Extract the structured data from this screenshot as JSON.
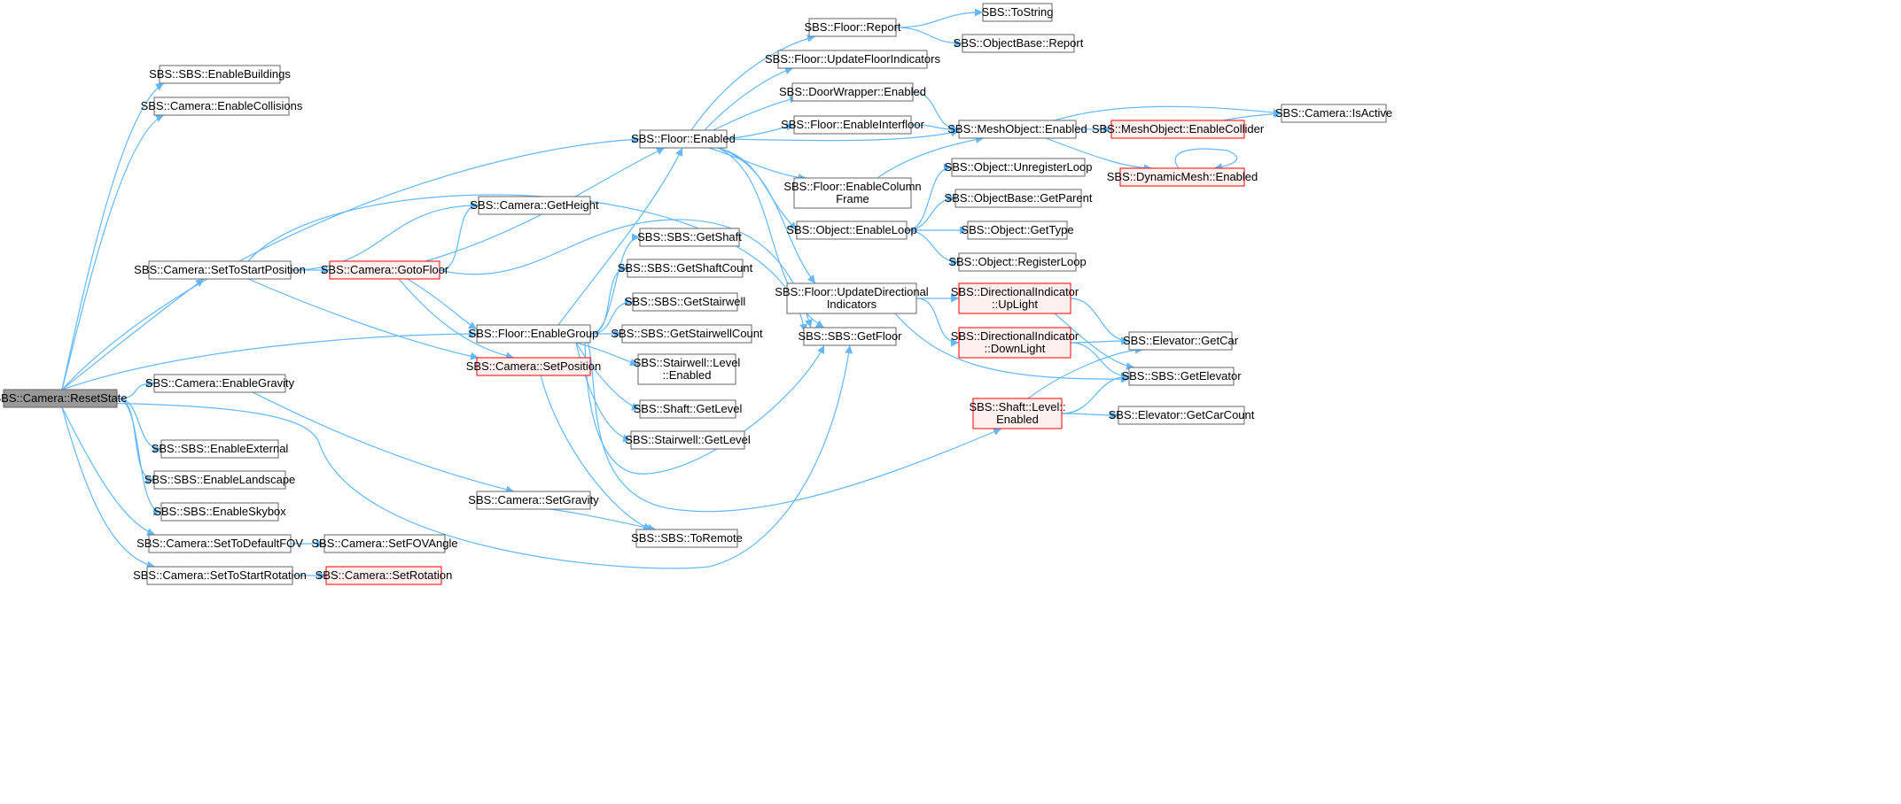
{
  "colors": {
    "edge": "#63b8ff",
    "node_border": "#666666",
    "node_fill": "#ffffff",
    "root_fill": "#999999",
    "highlight_border": "#ff0000",
    "highlight_fill": "#fff0f0"
  },
  "nodes": [
    {
      "id": "n0",
      "lines": [
        "SBS::Camera::ResetState"
      ],
      "style": "root"
    },
    {
      "id": "n1",
      "lines": [
        "SBS::SBS::EnableBuildings"
      ],
      "style": "normal"
    },
    {
      "id": "n2",
      "lines": [
        "SBS::Camera::EnableCollisions"
      ],
      "style": "normal"
    },
    {
      "id": "n3",
      "lines": [
        "SBS::Camera::EnableGravity"
      ],
      "style": "normal"
    },
    {
      "id": "n4",
      "lines": [
        "SBS::SBS::EnableExternal"
      ],
      "style": "normal"
    },
    {
      "id": "n5",
      "lines": [
        "SBS::SBS::EnableLandscape"
      ],
      "style": "normal"
    },
    {
      "id": "n6",
      "lines": [
        "SBS::SBS::EnableSkybox"
      ],
      "style": "normal"
    },
    {
      "id": "n7",
      "lines": [
        "SBS::Camera::SetToDefaultFOV"
      ],
      "style": "normal"
    },
    {
      "id": "n8",
      "lines": [
        "SBS::Camera::SetToStartPosition"
      ],
      "style": "normal"
    },
    {
      "id": "n9",
      "lines": [
        "SBS::Camera::SetToStartRotation"
      ],
      "style": "normal"
    },
    {
      "id": "n10",
      "lines": [
        "SBS::Camera::SetFOVAngle"
      ],
      "style": "normal"
    },
    {
      "id": "n11",
      "lines": [
        "SBS::Camera::SetRotation"
      ],
      "style": "highlight"
    },
    {
      "id": "n12",
      "lines": [
        "SBS::Camera::GotoFloor"
      ],
      "style": "highlight"
    },
    {
      "id": "n13",
      "lines": [
        "SBS::Camera::GetHeight"
      ],
      "style": "normal"
    },
    {
      "id": "n14",
      "lines": [
        "SBS::Floor::EnableGroup"
      ],
      "style": "normal"
    },
    {
      "id": "n15",
      "lines": [
        "SBS::Camera::SetPosition"
      ],
      "style": "highlight"
    },
    {
      "id": "n16",
      "lines": [
        "SBS::Camera::SetGravity"
      ],
      "style": "normal"
    },
    {
      "id": "n17",
      "lines": [
        "SBS::SBS::ToRemote"
      ],
      "style": "normal"
    },
    {
      "id": "n18",
      "lines": [
        "SBS::Floor::Enabled"
      ],
      "style": "normal"
    },
    {
      "id": "n19",
      "lines": [
        "SBS::SBS::GetShaft"
      ],
      "style": "normal"
    },
    {
      "id": "n20",
      "lines": [
        "SBS::SBS::GetShaftCount"
      ],
      "style": "normal"
    },
    {
      "id": "n21",
      "lines": [
        "SBS::SBS::GetStairwell"
      ],
      "style": "normal"
    },
    {
      "id": "n22",
      "lines": [
        "SBS::SBS::GetStairwellCount"
      ],
      "style": "normal"
    },
    {
      "id": "n23",
      "lines": [
        "SBS::Stairwell::Level",
        "::Enabled"
      ],
      "style": "normal"
    },
    {
      "id": "n24",
      "lines": [
        "SBS::Shaft::GetLevel"
      ],
      "style": "normal"
    },
    {
      "id": "n25",
      "lines": [
        "SBS::Stairwell::GetLevel"
      ],
      "style": "normal"
    },
    {
      "id": "n26",
      "lines": [
        "SBS::Floor::Report"
      ],
      "style": "normal"
    },
    {
      "id": "n27",
      "lines": [
        "SBS::Floor::UpdateFloorIndicators"
      ],
      "style": "normal"
    },
    {
      "id": "n28",
      "lines": [
        "SBS::DoorWrapper::Enabled"
      ],
      "style": "normal"
    },
    {
      "id": "n29",
      "lines": [
        "SBS::Floor::EnableInterfloor"
      ],
      "style": "normal"
    },
    {
      "id": "n30",
      "lines": [
        "SBS::Floor::EnableColumn",
        "Frame"
      ],
      "style": "normal"
    },
    {
      "id": "n31",
      "lines": [
        "SBS::Object::EnableLoop"
      ],
      "style": "normal"
    },
    {
      "id": "n32",
      "lines": [
        "SBS::Floor::UpdateDirectional",
        "Indicators"
      ],
      "style": "normal"
    },
    {
      "id": "n33",
      "lines": [
        "SBS::SBS::GetFloor"
      ],
      "style": "normal"
    },
    {
      "id": "n34",
      "lines": [
        "SBS::ToString"
      ],
      "style": "normal"
    },
    {
      "id": "n35",
      "lines": [
        "SBS::ObjectBase::Report"
      ],
      "style": "normal"
    },
    {
      "id": "n36",
      "lines": [
        "SBS::MeshObject::Enabled"
      ],
      "style": "normal"
    },
    {
      "id": "n37",
      "lines": [
        "SBS::Object::UnregisterLoop"
      ],
      "style": "normal"
    },
    {
      "id": "n38",
      "lines": [
        "SBS::ObjectBase::GetParent"
      ],
      "style": "normal"
    },
    {
      "id": "n39",
      "lines": [
        "SBS::Object::GetType"
      ],
      "style": "normal"
    },
    {
      "id": "n40",
      "lines": [
        "SBS::Object::RegisterLoop"
      ],
      "style": "normal"
    },
    {
      "id": "n41",
      "lines": [
        "SBS::DirectionalIndicator",
        "::UpLight"
      ],
      "style": "highlight"
    },
    {
      "id": "n42",
      "lines": [
        "SBS::DirectionalIndicator",
        "::DownLight"
      ],
      "style": "highlight"
    },
    {
      "id": "n43",
      "lines": [
        "SBS::Shaft::Level::",
        "Enabled"
      ],
      "style": "highlight"
    },
    {
      "id": "n44",
      "lines": [
        "SBS::MeshObject::EnableCollider"
      ],
      "style": "highlight"
    },
    {
      "id": "n45",
      "lines": [
        "SBS::DynamicMesh::Enabled"
      ],
      "style": "highlight"
    },
    {
      "id": "n46",
      "lines": [
        "SBS::Camera::IsActive"
      ],
      "style": "normal"
    },
    {
      "id": "n47",
      "lines": [
        "SBS::Elevator::GetCar"
      ],
      "style": "normal"
    },
    {
      "id": "n48",
      "lines": [
        "SBS::SBS::GetElevator"
      ],
      "style": "normal"
    },
    {
      "id": "n49",
      "lines": [
        "SBS::Elevator::GetCarCount"
      ],
      "style": "normal"
    }
  ],
  "edges": [
    [
      "n0",
      "n1"
    ],
    [
      "n0",
      "n2"
    ],
    [
      "n0",
      "n3"
    ],
    [
      "n0",
      "n4"
    ],
    [
      "n0",
      "n5"
    ],
    [
      "n0",
      "n6"
    ],
    [
      "n0",
      "n7"
    ],
    [
      "n0",
      "n8"
    ],
    [
      "n0",
      "n9"
    ],
    [
      "n0",
      "n18"
    ],
    [
      "n0",
      "n14"
    ],
    [
      "n0",
      "n33"
    ],
    [
      "n7",
      "n10"
    ],
    [
      "n9",
      "n11"
    ],
    [
      "n8",
      "n12"
    ],
    [
      "n8",
      "n13"
    ],
    [
      "n8",
      "n15"
    ],
    [
      "n8",
      "n33"
    ],
    [
      "n12",
      "n13"
    ],
    [
      "n12",
      "n14"
    ],
    [
      "n12",
      "n15"
    ],
    [
      "n12",
      "n18"
    ],
    [
      "n12",
      "n33"
    ],
    [
      "n3",
      "n16"
    ],
    [
      "n16",
      "n17"
    ],
    [
      "n15",
      "n17"
    ],
    [
      "n14",
      "n18"
    ],
    [
      "n14",
      "n19"
    ],
    [
      "n14",
      "n20"
    ],
    [
      "n14",
      "n21"
    ],
    [
      "n14",
      "n22"
    ],
    [
      "n14",
      "n23"
    ],
    [
      "n14",
      "n24"
    ],
    [
      "n14",
      "n25"
    ],
    [
      "n14",
      "n33"
    ],
    [
      "n14",
      "n43"
    ],
    [
      "n18",
      "n26"
    ],
    [
      "n18",
      "n27"
    ],
    [
      "n18",
      "n28"
    ],
    [
      "n18",
      "n29"
    ],
    [
      "n18",
      "n36"
    ],
    [
      "n18",
      "n30"
    ],
    [
      "n18",
      "n31"
    ],
    [
      "n18",
      "n32"
    ],
    [
      "n18",
      "n33"
    ],
    [
      "n26",
      "n34"
    ],
    [
      "n26",
      "n35"
    ],
    [
      "n28",
      "n36"
    ],
    [
      "n29",
      "n36"
    ],
    [
      "n30",
      "n36"
    ],
    [
      "n31",
      "n37"
    ],
    [
      "n31",
      "n38"
    ],
    [
      "n31",
      "n39"
    ],
    [
      "n31",
      "n40"
    ],
    [
      "n32",
      "n41"
    ],
    [
      "n32",
      "n42"
    ],
    [
      "n32",
      "n48"
    ],
    [
      "n36",
      "n46"
    ],
    [
      "n36",
      "n44"
    ],
    [
      "n36",
      "n45"
    ],
    [
      "n44",
      "n46"
    ],
    [
      "n45",
      "n45"
    ],
    [
      "n41",
      "n47"
    ],
    [
      "n41",
      "n48"
    ],
    [
      "n42",
      "n47"
    ],
    [
      "n42",
      "n48"
    ],
    [
      "n43",
      "n47"
    ],
    [
      "n43",
      "n48"
    ],
    [
      "n43",
      "n49"
    ]
  ]
}
